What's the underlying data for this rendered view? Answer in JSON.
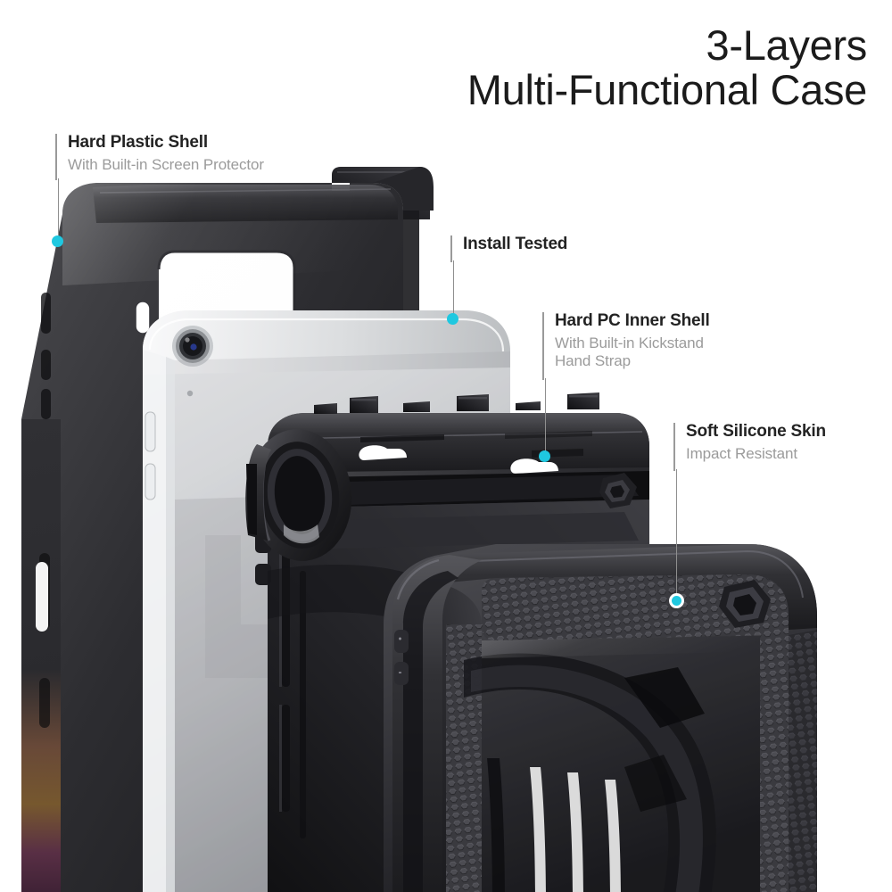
{
  "title": {
    "line1": "3-Layers",
    "line2": "Multi-Functional Case"
  },
  "callouts": [
    {
      "id": "hard-plastic-shell",
      "heading": "Hard Plastic Shell",
      "sub1": "With Built-in Screen Protector",
      "sub2": ""
    },
    {
      "id": "install-tested",
      "heading": "Install Tested",
      "sub1": "",
      "sub2": ""
    },
    {
      "id": "hard-pc-inner-shell",
      "heading": "Hard PC Inner Shell",
      "sub1": "With Built-in Kickstand",
      "sub2": "Hand Strap"
    },
    {
      "id": "soft-silicone-skin",
      "heading": "Soft Silicone Skin",
      "sub1": "Impact Resistant",
      "sub2": ""
    }
  ],
  "colors": {
    "accent_dot": "#1fc8e0",
    "leader_line": "#8f8f8f",
    "heading_text": "#232323",
    "sub_text": "#9b9b9b",
    "title_text": "#1b1b1b",
    "background": "#ffffff",
    "case_black": "#2b2b2e",
    "tablet_silver": "#d4d6d8"
  },
  "parts": {
    "outer_shell": "hard-plastic-shell-frame",
    "tablet": "silver-tablet",
    "inner_shell": "hard-pc-inner-shell-with-kickstand",
    "silicone": "soft-silicone-skin-textured-frame"
  }
}
